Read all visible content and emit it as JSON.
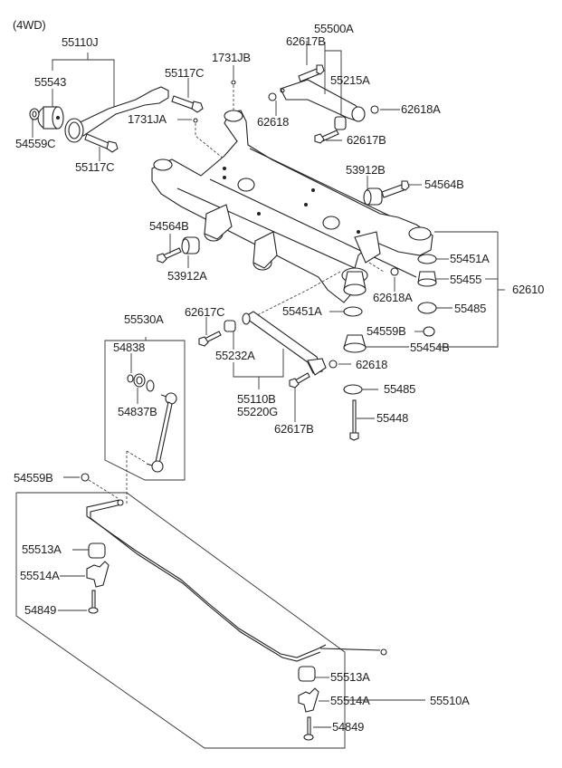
{
  "diagram": {
    "variant_label": "(4WD)",
    "parts": {
      "p55110J": "55110J",
      "p55543": "55543",
      "p54559C": "54559C",
      "p55117C_top": "55117C",
      "p55117C_bottom": "55117C",
      "p1731JB": "1731JB",
      "p1731JA": "1731JA",
      "p55500A": "55500A",
      "p62617B_top": "62617B",
      "p55215A": "55215A",
      "p62618_top": "62618",
      "p62618A_top": "62618A",
      "p62617B_mid": "62617B",
      "p53912B": "53912B",
      "p54564B_right": "54564B",
      "p54564B_left": "54564B",
      "p53912A": "53912A",
      "p55451A_right": "55451A",
      "p55455": "55455",
      "p62610": "62610",
      "p62618A_mid": "62618A",
      "p55485_top": "55485",
      "p55451A_left": "55451A",
      "p54559B_right": "54559B",
      "p55454B": "55454B",
      "p62617C": "62617C",
      "p55232A": "55232A",
      "p62618_mid": "62618",
      "p55110B": "55110B",
      "p55220G": "55220G",
      "p62617B_bottom": "62617B",
      "p55485_bottom": "55485",
      "p55448": "55448",
      "p55530A": "55530A",
      "p54838": "54838",
      "p54837B": "54837B",
      "p54559B_left": "54559B",
      "p55513A_left": "55513A",
      "p55514A_left": "55514A",
      "p54849_left": "54849",
      "p55513A_right": "55513A",
      "p55514A_right": "55514A",
      "p54849_right": "54849",
      "p55510A": "55510A"
    }
  }
}
